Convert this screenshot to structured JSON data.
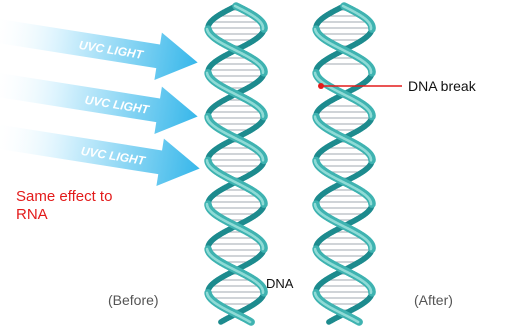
{
  "arrows": [
    {
      "label": "UVC LIGHT"
    },
    {
      "label": "UVC LIGHT"
    },
    {
      "label": "UVC LIGHT"
    }
  ],
  "note": {
    "line1": "Same effect to",
    "line2": "RNA"
  },
  "dna_label": "DNA",
  "break_label": "DNA break",
  "captions": {
    "before": "(Before)",
    "after": "(After)"
  },
  "colors": {
    "strand_light": "#8fdbd6",
    "strand_mid": "#3fb3b1",
    "strand_dark": "#1d8b8e",
    "rung": "#b3bac0",
    "arrow_light": "#d5f1fd",
    "arrow_dark": "#37b7ea",
    "accent_red": "#e31b1b"
  }
}
